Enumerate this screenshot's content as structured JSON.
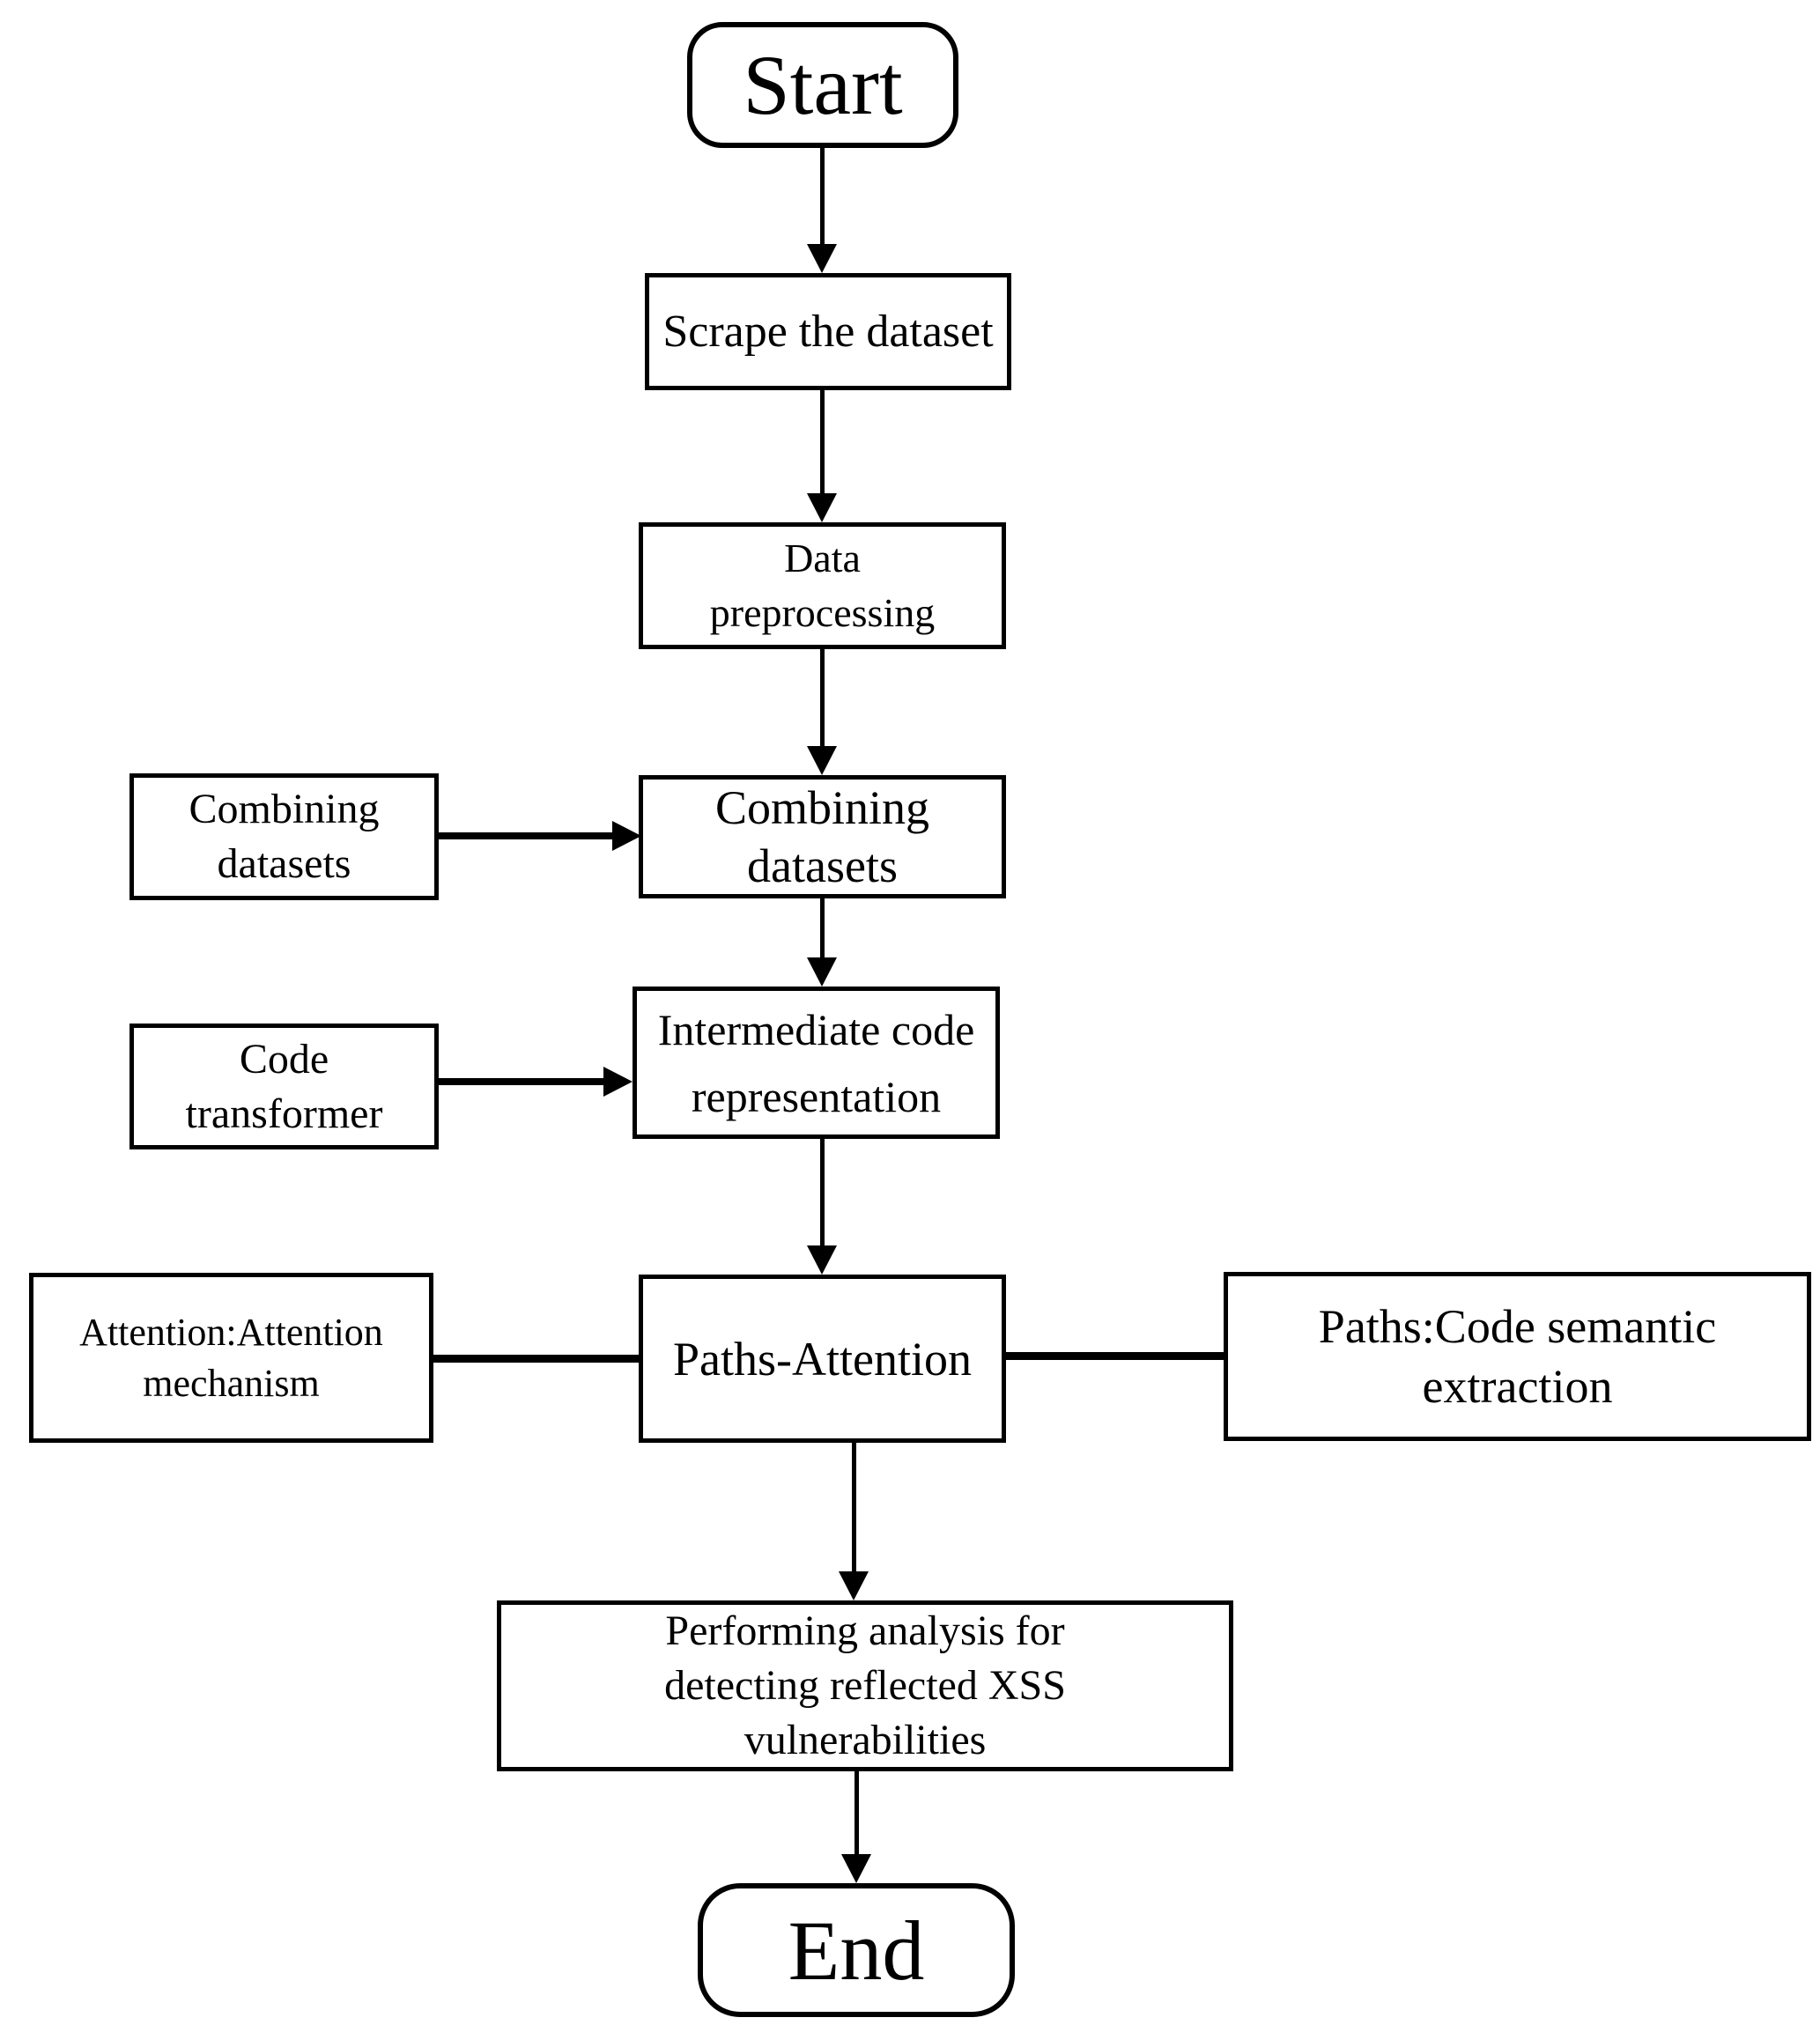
{
  "colors": {
    "ink": "#000000",
    "paper": "#ffffff"
  },
  "nodes": {
    "start": {
      "label": "Start"
    },
    "scrape": {
      "label": "Scrape the dataset"
    },
    "preprocess": {
      "label": "Data\npreprocessing"
    },
    "combining_input": {
      "label": "Combining\ndatasets"
    },
    "combining": {
      "label": "Combining\ndatasets"
    },
    "code_transformer": {
      "label": "Code\ntransformer"
    },
    "intermediate": {
      "label": "Intermediate code\nrepresentation"
    },
    "attention_note": {
      "label": "Attention:Attention\nmechanism"
    },
    "paths_attention": {
      "label": "Paths-Attention"
    },
    "paths_note": {
      "label": "Paths:Code semantic\nextraction"
    },
    "analysis": {
      "label": "Performing analysis for\ndetecting reflected XSS\nvulnerabilities"
    },
    "end": {
      "label": "End"
    }
  },
  "edges": [
    {
      "from": "start",
      "to": "scrape",
      "style": "arrow"
    },
    {
      "from": "scrape",
      "to": "preprocess",
      "style": "arrow"
    },
    {
      "from": "preprocess",
      "to": "combining",
      "style": "arrow"
    },
    {
      "from": "combining_input",
      "to": "combining",
      "style": "arrow"
    },
    {
      "from": "combining",
      "to": "intermediate",
      "style": "arrow"
    },
    {
      "from": "code_transformer",
      "to": "intermediate",
      "style": "arrow"
    },
    {
      "from": "intermediate",
      "to": "paths_attention",
      "style": "arrow"
    },
    {
      "from": "attention_note",
      "to": "paths_attention",
      "style": "line"
    },
    {
      "from": "paths_attention",
      "to": "paths_note",
      "style": "line"
    },
    {
      "from": "paths_attention",
      "to": "analysis",
      "style": "arrow"
    },
    {
      "from": "analysis",
      "to": "end",
      "style": "arrow"
    }
  ]
}
